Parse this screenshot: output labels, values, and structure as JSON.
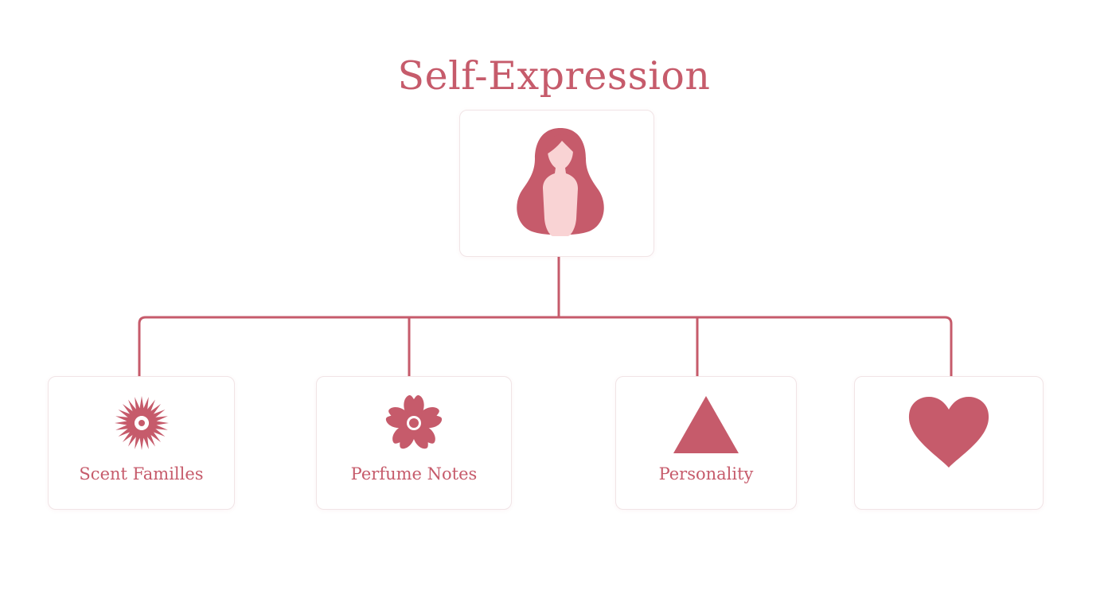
{
  "title": "Self-Expression",
  "colors": {
    "accent": "#c65b6b",
    "skin": "#f9d3d4",
    "card_border": "#f1e4e6",
    "background": "#ffffff"
  },
  "root": {
    "icon": "woman-silhouette-icon"
  },
  "children": [
    {
      "label": "Scent Familles",
      "icon": "starburst-flower-icon"
    },
    {
      "label": "Perfume Notes",
      "icon": "flower-icon"
    },
    {
      "label": "Personality",
      "icon": "triangle-icon"
    },
    {
      "label": "",
      "icon": "heart-icon"
    }
  ]
}
